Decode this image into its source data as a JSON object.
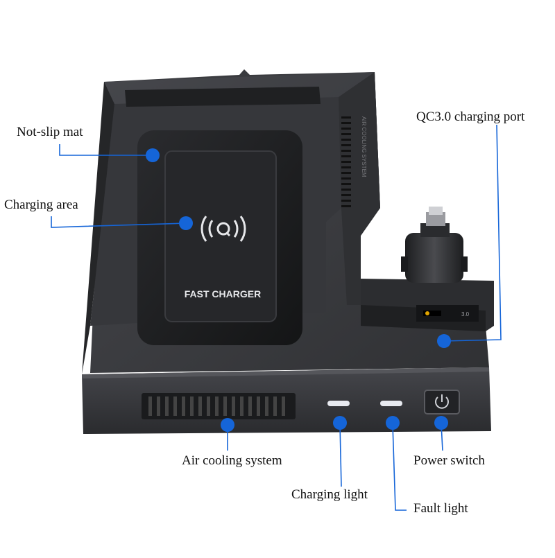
{
  "device": {
    "pad_text": "FAST CHARGER",
    "side_text": "AIR COOLING SYSTEM",
    "qc_badge": "3.0"
  },
  "callouts": {
    "not_slip_mat": "Not-slip mat",
    "charging_area": "Charging area",
    "qc_port": "QC3.0 charging port",
    "air_cooling": "Air cooling system",
    "charging_light": "Charging light",
    "fault_light": "Fault light",
    "power_switch": "Power switch"
  },
  "colors": {
    "callout_blue": "#1565d8",
    "device_body": "#3d3e42",
    "device_dark": "#1c1d1f",
    "led_white": "#e8eaf0"
  }
}
